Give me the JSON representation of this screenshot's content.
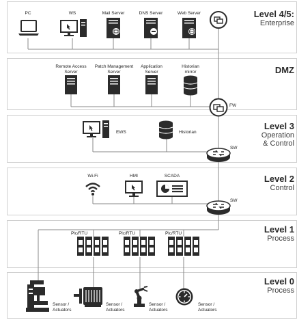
{
  "levels": [
    {
      "title": "Level 4/5:",
      "subtitle": "Enterprise"
    },
    {
      "title": "DMZ",
      "subtitle": ""
    },
    {
      "title": "Level 3",
      "subtitle": "Operation\n& Control"
    },
    {
      "title": "Level 2",
      "subtitle": "Control"
    },
    {
      "title": "Level 1",
      "subtitle": "Process"
    },
    {
      "title": "Level 0",
      "subtitle": "Process"
    }
  ],
  "enterprise": {
    "pc": "PC",
    "ws": "WS",
    "mail": "Mail Server",
    "dns": "DNS Server",
    "web": "Web Server"
  },
  "dmz": {
    "remote": "Remote Access\nServer",
    "patch": "Patch Management\nServer",
    "app": "Application\nServer",
    "hist": "Historian\nmirror",
    "fw": "FW"
  },
  "level3": {
    "ews": "EWS",
    "historian": "Historian",
    "sw": "SW"
  },
  "level2": {
    "wifi": "Wi-Fi",
    "hmi": "HMI",
    "scada": "SCADA",
    "sw": "SW"
  },
  "level1": {
    "plc1": "Plc/RTU",
    "plc2": "Plc/RTU",
    "plc3": "Plc/RTU"
  },
  "level0": {
    "s1": "Sensor /\nActuators",
    "s2": "Sensor /\nActuators",
    "s3": "Sensor /\nActuators",
    "s4": "Sensor /\nActuators"
  },
  "colors": {
    "device": "#2b2b2b",
    "wire": "#8a8a8a",
    "border": "#cfcfcf"
  }
}
